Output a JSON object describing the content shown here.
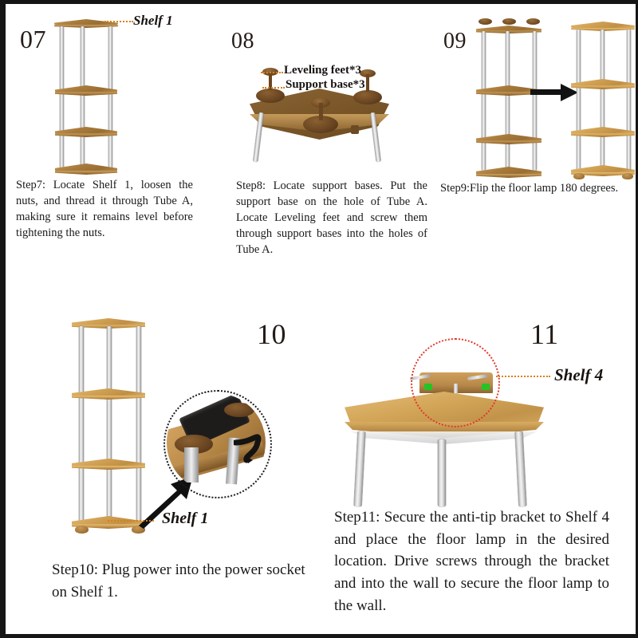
{
  "document": {
    "kind": "assembly-instruction-page",
    "background_color": "#ffffff",
    "frame_color": "#151515"
  },
  "steps": [
    {
      "id": "step-07",
      "number": "07",
      "caption": "Step7: Locate Shelf 1, loosen the nuts, and thread it through Tube A, making sure it remains level before tightening the nuts.",
      "callouts": [
        {
          "label": "Shelf 1",
          "style": "bold-italic",
          "leader_color": "#d98018"
        }
      ]
    },
    {
      "id": "step-08",
      "number": "08",
      "caption": "Step8: Locate support bases. Put the support base on the hole of Tube A. Locate Leveling feet and screw them through support bases into the holes of Tube A.",
      "callouts": [
        {
          "label": "Leveling feet*3",
          "style": "bold",
          "leader_color": "#d98018"
        },
        {
          "label": "Support base*3",
          "style": "bold",
          "leader_color": "#d98018"
        }
      ]
    },
    {
      "id": "step-09",
      "number": "09",
      "caption": "Step9:Flip the floor lamp 180 degrees.",
      "callouts": [],
      "annotation": "flip-arrow"
    },
    {
      "id": "step-10",
      "number": "10",
      "caption": "Step10: Plug power into the power socket on Shelf 1.",
      "callouts": [
        {
          "label": "Shelf 1",
          "style": "bold-italic",
          "leader_color": "#d98018"
        }
      ],
      "annotation": "detail-circle-black"
    },
    {
      "id": "step-11",
      "number": "11",
      "caption": "Step11: Secure the anti-tip bracket to Shelf 4 and place the floor lamp in the desired location. Drive screws through the bracket and into the wall to secure the floor lamp to the wall.",
      "callouts": [
        {
          "label": "Shelf 4",
          "style": "bold-italic",
          "leader_color": "#d98018"
        }
      ],
      "annotation": "detail-circle-red"
    }
  ],
  "palette": {
    "wood_dark": "#a87b3c",
    "wood_light": "#cf9f52",
    "tube_silver": "#d9d9d9",
    "callout_orange": "#d98018",
    "annotation_red": "#e03a2a",
    "text_black": "#1a1a1a",
    "socket_black": "#1d1c1b",
    "screw_green": "#25c425"
  }
}
